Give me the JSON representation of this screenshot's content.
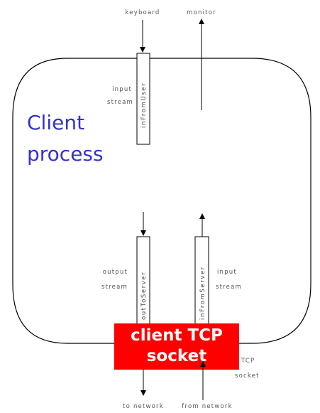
{
  "labels": {
    "keyboard": "keyboard",
    "monitor": "monitor",
    "to_network": "to network",
    "from_network": "from network"
  },
  "process": {
    "line1": "Client",
    "line2": "process"
  },
  "streams": {
    "in_from_user": {
      "name": "inFromUser",
      "label_line1": "input",
      "label_line2": "stream"
    },
    "out_to_server": {
      "name": "outToServer",
      "label_line1": "output",
      "label_line2": "stream"
    },
    "in_from_server": {
      "name": "inFromServer",
      "label_line1": "input",
      "label_line2": "stream"
    }
  },
  "socket": {
    "line1": "client TCP",
    "line2": "socket",
    "side_line1": "TCP",
    "side_line2": "socket",
    "color": "#ff0000"
  },
  "colors": {
    "process_text": "#3333cc",
    "lines": "#000000"
  }
}
